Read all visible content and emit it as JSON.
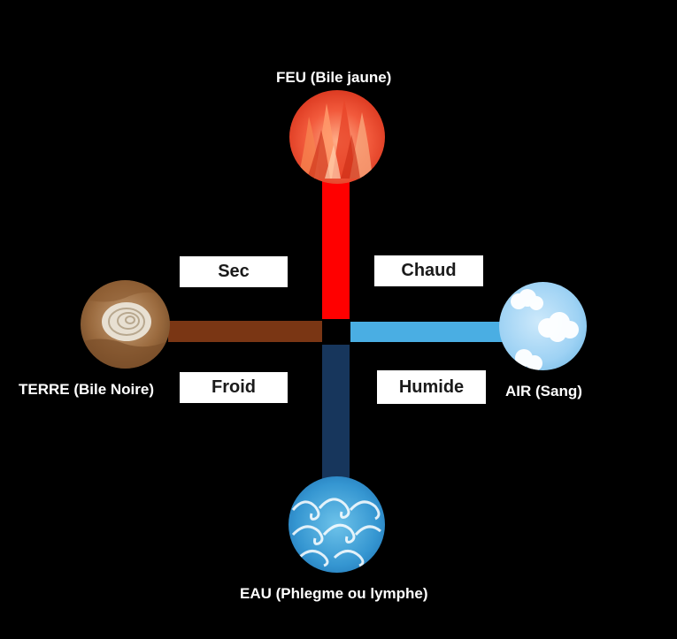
{
  "elements": {
    "fire": {
      "label": "FEU (Bile jaune)",
      "icon": "fire-icon",
      "color": "#ff0000"
    },
    "earth": {
      "label": "TERRE (Bile Noire)",
      "icon": "shell-stone-icon",
      "color": "#7a3614"
    },
    "air": {
      "label": "AIR (Sang)",
      "icon": "cloud-icon",
      "color": "#4aaee3"
    },
    "water": {
      "label": "EAU (Phlegme ou lymphe)",
      "icon": "wave-icon",
      "color": "#17365c"
    }
  },
  "qualities": {
    "sec": "Sec",
    "chaud": "Chaud",
    "froid": "Froid",
    "humide": "Humide"
  },
  "colors": {
    "background": "#000000",
    "box": "#ffffff"
  }
}
